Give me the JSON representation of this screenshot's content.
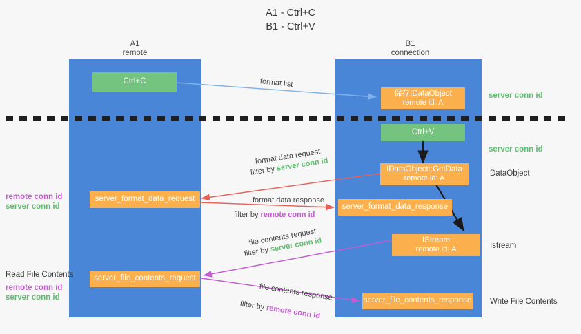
{
  "title": {
    "line1": "A1 - Ctrl+C",
    "line2": "B1 - Ctrl+V"
  },
  "lanes": [
    {
      "name": "A1",
      "subtitle": "remote"
    },
    {
      "name": "B1",
      "subtitle": "connection"
    }
  ],
  "nodes": {
    "ctrl_c": {
      "label": "Ctrl+C",
      "color": "#74c37e"
    },
    "save_dataobject": {
      "label": "保存IDataObject",
      "sub": "remote id: A",
      "color": "#fcb04d"
    },
    "ctrl_v": {
      "label": "Ctrl+V",
      "color": "#74c37e"
    },
    "getdata": {
      "label": "IDataObject::GetData",
      "sub": "remote id: A",
      "color": "#fcb04d"
    },
    "format_data_request": {
      "label": "server_format_data_request",
      "color": "#fcb04d"
    },
    "format_data_response": {
      "label": "server_format_data_response",
      "color": "#fcb04d"
    },
    "istream": {
      "label": "IStream",
      "sub": "remote id: A",
      "color": "#fcb04d"
    },
    "file_contents_request": {
      "label": "server_file_contents_request",
      "color": "#fcb04d"
    },
    "file_contents_response": {
      "label": "server_file_contents_response",
      "color": "#fcb04d"
    }
  },
  "edges": {
    "format_list": {
      "label": "format list",
      "color": "#7fb2e5"
    },
    "format_data_request": {
      "label": "format data request",
      "filter_prefix": "filter by ",
      "filter_value": "server conn id",
      "color": "#e8615a"
    },
    "format_data_response": {
      "label": "format data response",
      "filter_prefix": "filter by ",
      "filter_value": "remote conn id",
      "color": "#e8615a"
    },
    "file_contents_request": {
      "label": "file contents request",
      "filter_prefix": "filter by ",
      "filter_value": "server conn id",
      "color": "#c35bd1"
    },
    "file_contents_response": {
      "label": "file contents response",
      "filter_prefix": "filter by ",
      "filter_value": "remote conn id",
      "color": "#c35bd1"
    }
  },
  "annotations": {
    "right": [
      {
        "text": "server conn id",
        "kind": "server"
      },
      {
        "text": "server conn id",
        "kind": "server"
      },
      {
        "text": "DataObject",
        "kind": "plain"
      },
      {
        "text": "Istream",
        "kind": "plain"
      },
      {
        "text": "Write File Contents",
        "kind": "plain"
      }
    ],
    "left": [
      {
        "line1": "remote conn id",
        "line2": "server conn id"
      },
      {
        "heading": "Read File Contents",
        "line1": "remote conn id",
        "line2": "server conn id"
      }
    ]
  },
  "colors": {
    "lane": "#4a86d8",
    "green": "#74c37e",
    "orange": "#fcb04d",
    "server_conn": "#5dbf6e",
    "remote_conn": "#c35bd1",
    "red_arrow": "#e8615a",
    "blue_arrow": "#7fb2e5",
    "purple_arrow": "#c35bd1",
    "divider": "#1f1f1f",
    "background": "#f7f7f7"
  },
  "divider": {
    "name": "dashed-divider"
  }
}
